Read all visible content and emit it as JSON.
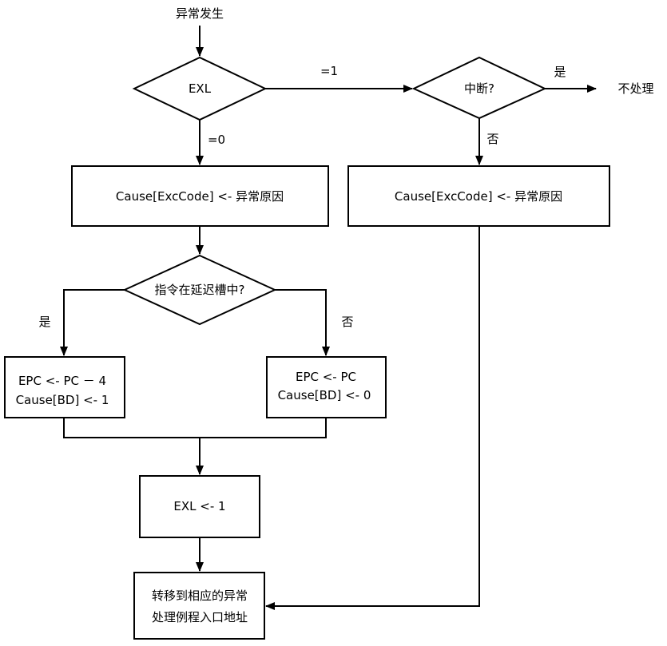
{
  "start": {
    "label": "异常发生"
  },
  "exl_decision": {
    "label": "EXL",
    "branch_one": "=1",
    "branch_zero": "=0"
  },
  "interrupt_decision": {
    "label": "中断?",
    "yes": "是",
    "no": "否"
  },
  "no_handle": {
    "label": "不处理"
  },
  "cause_left": {
    "label": "Cause[ExcCode] <- 异常原因"
  },
  "cause_right": {
    "label": "Cause[ExcCode] <- 异常原因"
  },
  "delay_slot_decision": {
    "label": "指令在延迟槽中?",
    "yes": "是",
    "no": "否"
  },
  "epc_yes": {
    "line1": "EPC <- PC － 4",
    "line2": "Cause[BD] <- 1"
  },
  "epc_no": {
    "line1": "EPC <- PC",
    "line2": "Cause[BD] <- 0"
  },
  "exl_set": {
    "label": "EXL <- 1"
  },
  "jump": {
    "line1": "转移到相应的异常",
    "line2": "处理例程入口地址"
  }
}
